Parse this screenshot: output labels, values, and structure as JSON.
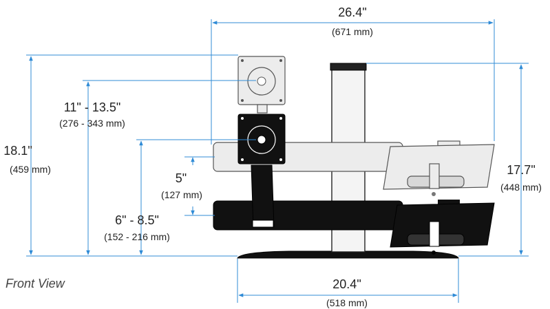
{
  "view_label": "Front View",
  "dimensions": {
    "overall_width": {
      "imperial": "26.4\"",
      "metric": "(671 mm)"
    },
    "overall_height": {
      "imperial": "18.1\"",
      "metric": "(459 mm)"
    },
    "monitor_range": {
      "imperial": "11\" - 13.5\"",
      "metric": "(276 - 343 mm)"
    },
    "tray_gap": {
      "imperial": "5\"",
      "metric": "(127 mm)"
    },
    "lower_range": {
      "imperial": "6\" - 8.5\"",
      "metric": "(152 - 216 mm)"
    },
    "pole_height": {
      "imperial": "17.7\"",
      "metric": "(448 mm)"
    },
    "base_width": {
      "imperial": "20.4\"",
      "metric": "(518 mm)"
    }
  },
  "colors": {
    "dimension_line": "#2f8bd6",
    "equipment_dark": "#111111",
    "equipment_ghost": "#ececec"
  }
}
